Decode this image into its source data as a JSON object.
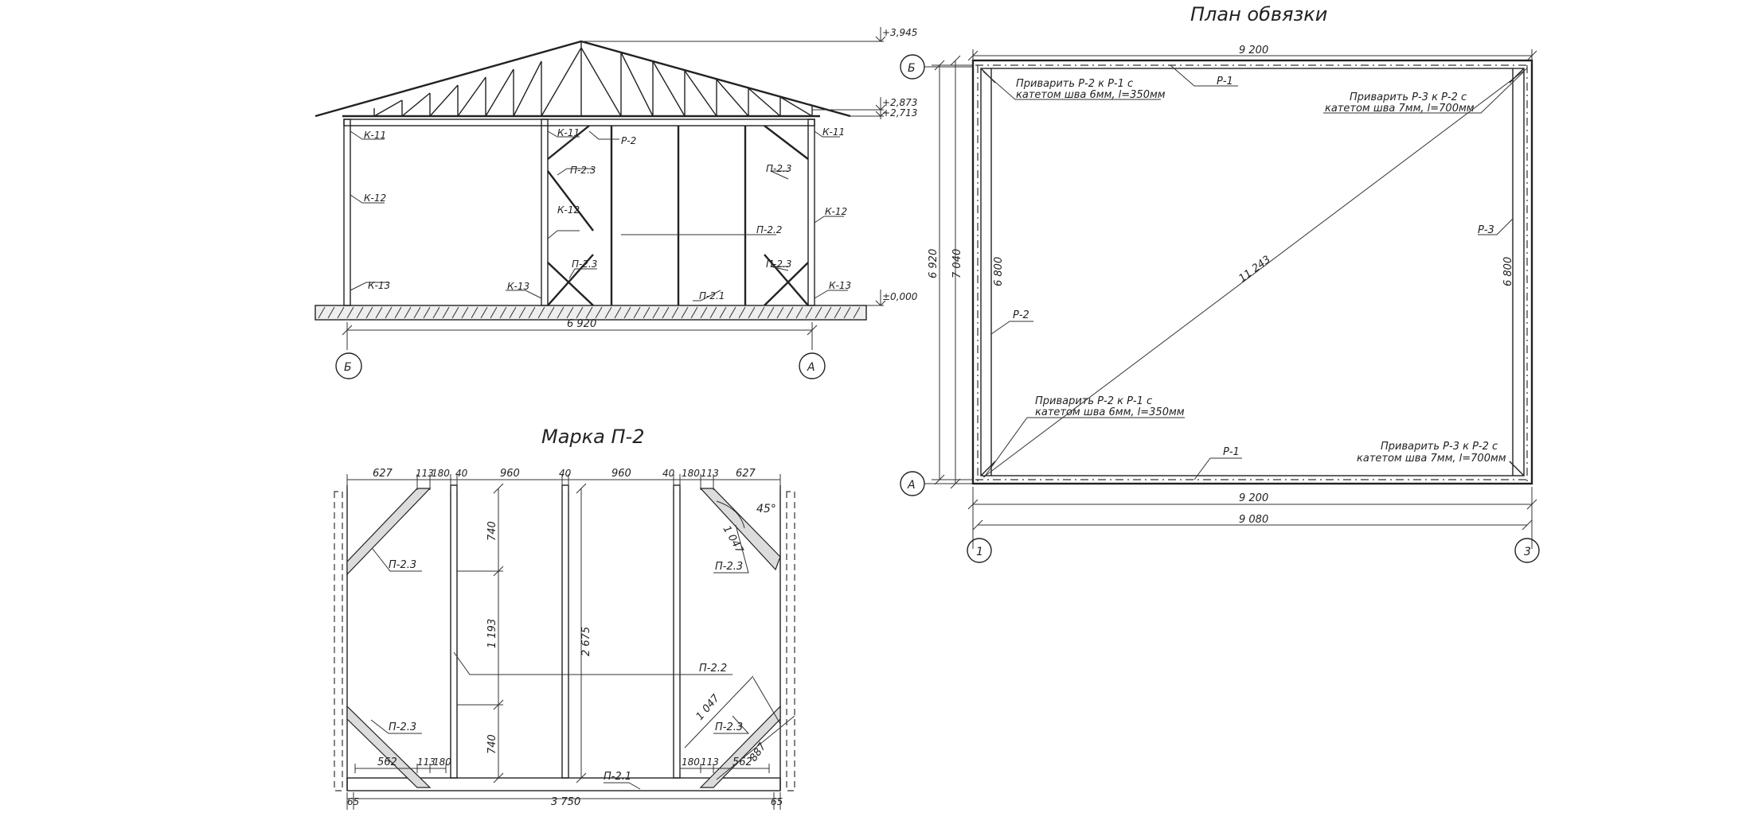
{
  "titles": {
    "plan": "План обвязки",
    "mark": "Марка П-2"
  },
  "section": {
    "elev_top": "+3,945",
    "elev_2": "+2,873",
    "elev_3": "+2,713",
    "elev_0": "±0,000",
    "span": "6 920",
    "axis_left": "Б",
    "axis_right": "А",
    "marks": {
      "k11": "К-11",
      "k12": "К-12",
      "k13": "К-13",
      "p2": "Р-2",
      "p23": "П-2.3",
      "p22": "П-2.2",
      "p21": "П-2.1"
    }
  },
  "plan": {
    "dim_top": "9 200",
    "dim_bottom_1": "9 200",
    "dim_bottom_2": "9 080",
    "dim_left_1": "6 920",
    "dim_left_2": "7 040",
    "dim_inner_left": "6 800",
    "dim_inner_right": "6 800",
    "diagonal": "11 243",
    "axis_b": "Б",
    "axis_a": "А",
    "axis_1": "1",
    "axis_3": "3",
    "p1_top": "Р-1",
    "p1_bottom": "Р-1",
    "p2": "Р-2",
    "p3": "Р-3",
    "note_tl_1": "Приварить Р-2 к Р-1 с",
    "note_tl_2": "катетом шва  6мм, l=350мм",
    "note_tr_1": "Приварить Р-3 к Р-2 с",
    "note_tr_2": "катетом шва   7мм, l=700мм",
    "note_bl_1": "Приварить Р-2 к Р-1 с",
    "note_bl_2": "катетом шва  6мм, l=350мм",
    "note_br_1": "Приварить Р-3 к Р-2 с",
    "note_br_2": "катетом шва   7мм, l=700мм"
  },
  "mark": {
    "d627a": "627",
    "d113a": "113",
    "d180a": "180",
    "d40a": "40",
    "d960a": "960",
    "d40b": "40",
    "d960b": "960",
    "d40c": "40",
    "d180b": "180",
    "d113b": "113",
    "d627b": "627",
    "angle": "45°",
    "d1047a": "1 047",
    "d1047b": "1 047",
    "d740a": "740",
    "d1193": "1 193",
    "d740b": "740",
    "d2675": "2 675",
    "d562a": "562",
    "d113c": "113",
    "d180c": "180",
    "d180d": "180",
    "d113d": "113",
    "d562b": "562",
    "d887": "887",
    "d3750": "3 750",
    "d65a": "65",
    "d65b": "65",
    "p23a": "П-2.3",
    "p23b": "П-2.3",
    "p23c": "П-2.3",
    "p23d": "П-2.3",
    "p22": "П-2.2",
    "p21": "П-2.1"
  }
}
